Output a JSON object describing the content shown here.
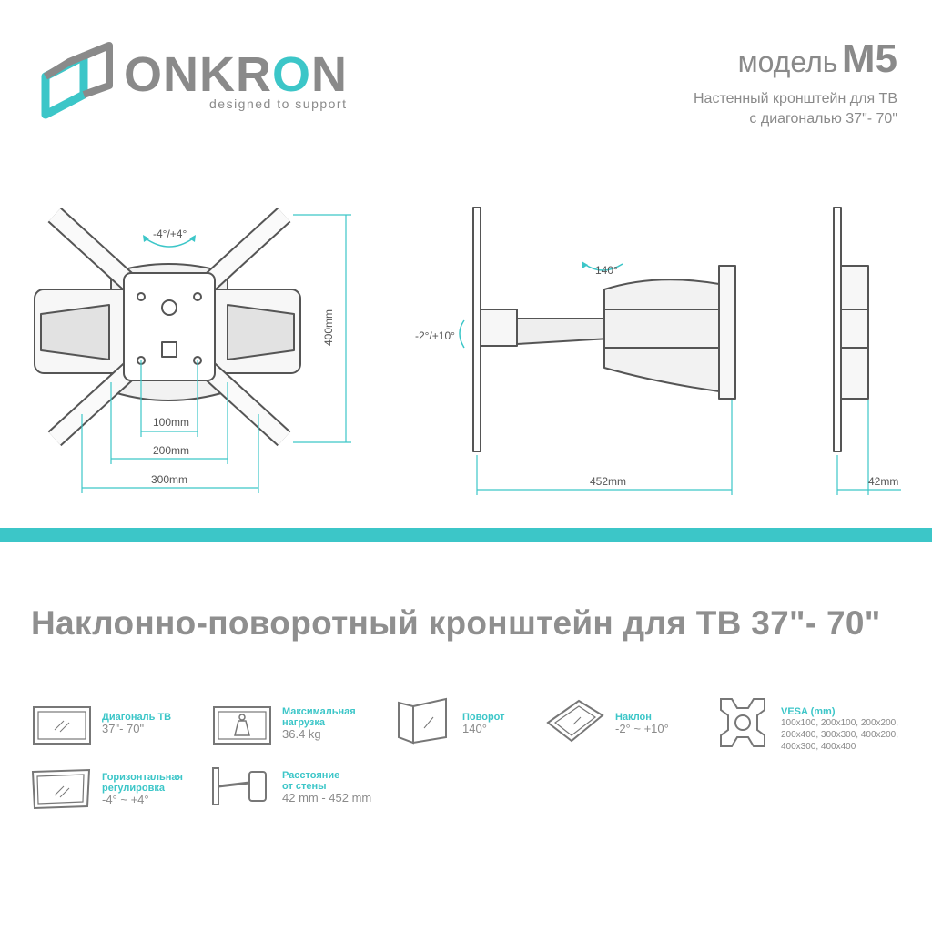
{
  "brand": {
    "logo_mark": "onkron-cube-logo",
    "name_part1": "ONKR",
    "name_o": "O",
    "name_part2": "N",
    "tagline": "designed to support"
  },
  "model": {
    "label": "модель",
    "number": "M5",
    "description_line1": "Настенный кронштейн для ТВ",
    "description_line2": "с диагональю 37\"- 70\""
  },
  "front_view": {
    "rotation": "-4°/+4°",
    "height": "400mm",
    "width_100": "100mm",
    "width_200": "200mm",
    "width_300": "300mm"
  },
  "side_view": {
    "swivel": "140°",
    "tilt": "-2°/+10°",
    "extension": "452mm"
  },
  "profile_view": {
    "depth": "42mm"
  },
  "headline": "Наклонно-поворотный кронштейн для ТВ 37\"- 70\"",
  "specs": {
    "diagonal": {
      "title": "Диагональ ТВ",
      "value": "37\"- 70\""
    },
    "load": {
      "title_line1": "Максимальная",
      "title_line2": "нагрузка",
      "value": "36.4 kg"
    },
    "swivel": {
      "title": "Поворот",
      "value": "140°"
    },
    "tilt": {
      "title": "Наклон",
      "value": "-2° ~ +10°"
    },
    "vesa": {
      "title": "VESA (mm)",
      "line1": "100x100, 200x100, 200x200,",
      "line2": "200x400, 300x300, 400x200,",
      "line3": "400x300, 400x400"
    },
    "level": {
      "title_line1": "Горизонтальная",
      "title_line2": "регулировка",
      "value": "-4° ~ +4°"
    },
    "distance": {
      "title_line1": "Расстояние",
      "title_line2": "от стены",
      "value": "42 mm - 452 mm"
    }
  },
  "colors": {
    "accent": "#3cc6c8",
    "gray": "#8a8a8a",
    "line": "#555555"
  }
}
